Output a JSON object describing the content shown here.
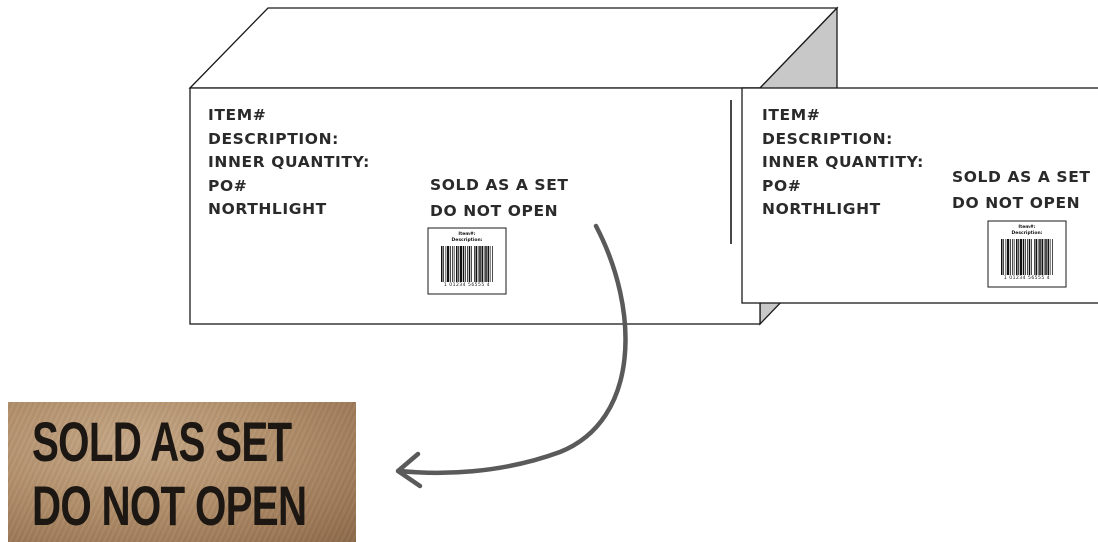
{
  "box_front": {
    "lines": [
      "ITEM#",
      "DESCRIPTION:",
      "INNER QUANTITY:",
      "PO#",
      "NORTHLIGHT"
    ],
    "set_label": [
      "SOLD AS A SET",
      "DO NOT OPEN"
    ],
    "barcode": {
      "title": "Item#:",
      "subtitle": "Description:",
      "number": "1 01234 56555 4"
    }
  },
  "side_label": {
    "lines": [
      "ITEM#",
      "DESCRIPTION:",
      "INNER QUANTITY:",
      "PO#",
      "NORTHLIGHT"
    ],
    "set_label": [
      "SOLD AS A SET",
      "DO NOT OPEN"
    ],
    "barcode": {
      "title": "Item#:",
      "subtitle": "Description:",
      "number": "1 01234 56555 4"
    }
  },
  "photo": {
    "lines": [
      "SOLD AS SET",
      "DO NOT OPEN"
    ]
  },
  "colors": {
    "outline": "#1a1a1a",
    "box_side": "#c8c8c8",
    "arrow": "#5a5a5a",
    "text": "#2a2a2a"
  }
}
